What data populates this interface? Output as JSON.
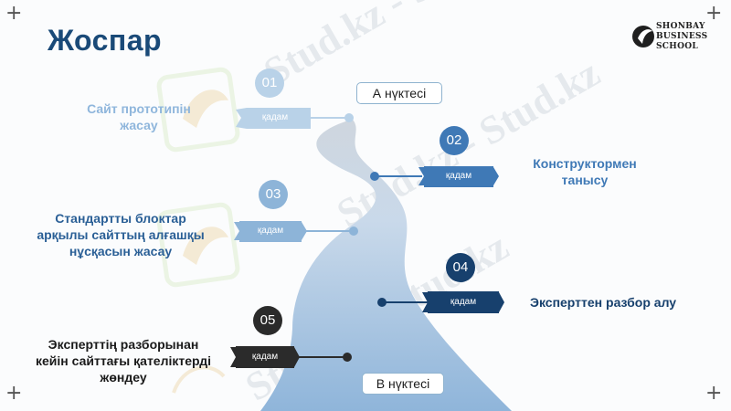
{
  "slide": {
    "title": "Жоспар",
    "logo": {
      "lines": [
        "SHONBAY",
        "BUSINESS",
        "SCHOOL"
      ]
    },
    "watermark": "Stud.kz",
    "point_a": "А нүктесі",
    "point_b": "В нүктесі",
    "steps": [
      {
        "number": "01",
        "label": "қадам",
        "lines": [
          "Сайт прототипін",
          "жасау"
        ],
        "color": "#b9d2e8",
        "text_color": "#8fb6dc"
      },
      {
        "number": "02",
        "label": "қадам",
        "lines": [
          "Конструктормен",
          "танысу"
        ],
        "color": "#3f79b6",
        "text_color": "#3f79b6"
      },
      {
        "number": "03",
        "label": "қадам",
        "lines": [
          "Стандартты блоктар",
          "арқылы сайттың алғашқы",
          "нұсқасын жасау"
        ],
        "color": "#8db4d8",
        "text_color": "#2a5f96"
      },
      {
        "number": "04",
        "label": "қадам",
        "lines": [
          "Эксперттен разбор алу"
        ],
        "color": "#17406d",
        "text_color": "#17406d"
      },
      {
        "number": "05",
        "label": "қадам",
        "lines": [
          "Эксперттің разборынан",
          "кейін сайттағы қателіктерді",
          "жөндеу"
        ],
        "color": "#2b2b2b",
        "text_color": "#1a1a1a"
      }
    ]
  }
}
